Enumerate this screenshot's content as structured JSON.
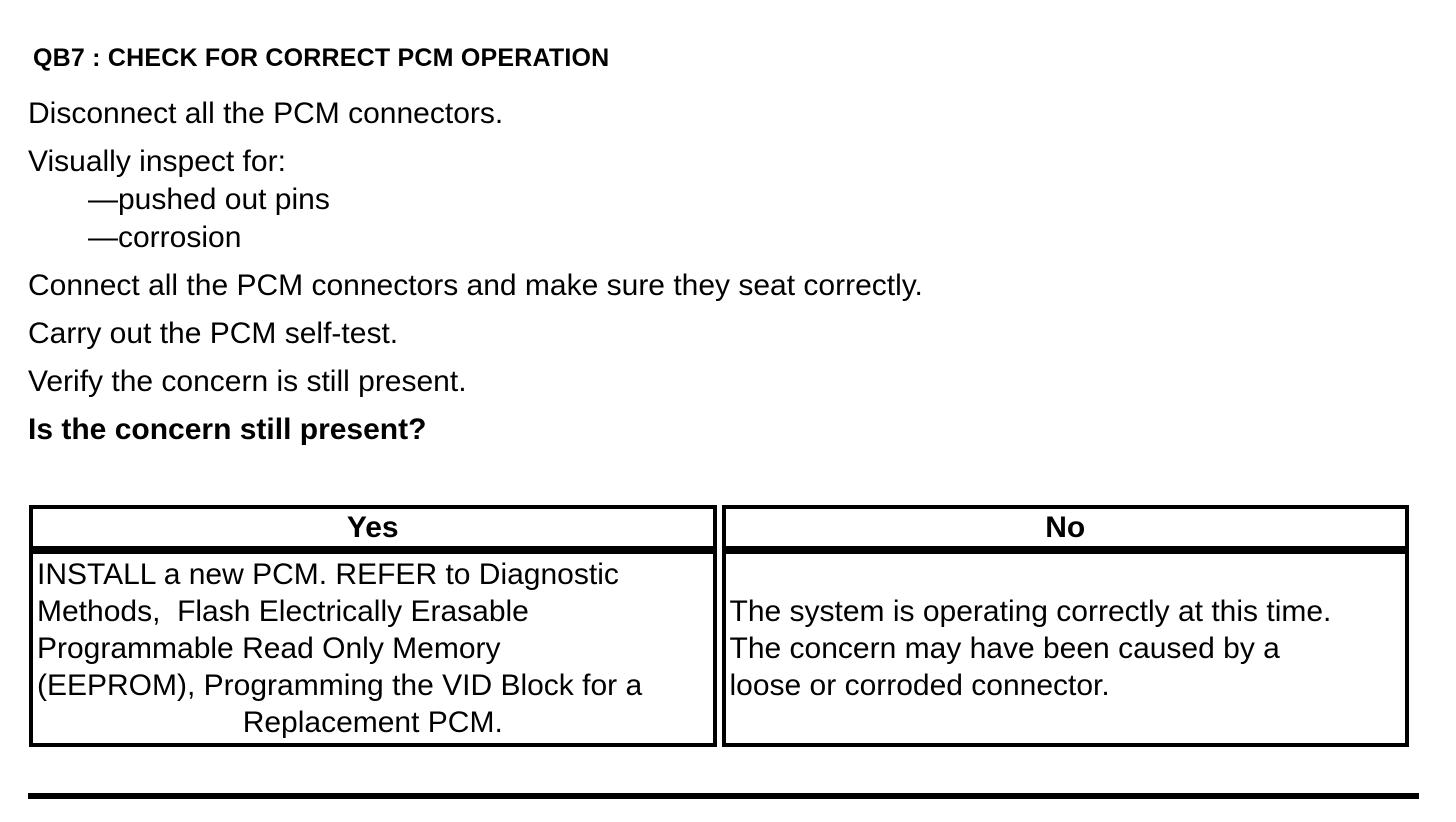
{
  "heading": "QB7 : CHECK FOR CORRECT PCM OPERATION",
  "steps": [
    {
      "text": "Disconnect all the PCM connectors."
    },
    {
      "text": "Visually inspect for:"
    },
    {
      "text": "—pushed out pins"
    },
    {
      "text": "—corrosion"
    },
    {
      "text": "Connect all the PCM connectors and make sure they seat correctly."
    },
    {
      "text": "Carry out the PCM self-test."
    },
    {
      "text": "Verify the concern is still present."
    },
    {
      "text": "Is the concern still present?"
    }
  ],
  "table": {
    "headers": [
      "Yes",
      "No"
    ],
    "yes_lines": [
      "INSTALL a new PCM. REFER to Diagnostic",
      "Methods,  Flash Electrically Erasable",
      "Programmable Read Only Memory",
      "(EEPROM), Programming the VID Block for a",
      "Replacement PCM."
    ],
    "no_lines": [
      "The system is operating correctly at this time.",
      "The concern may have been caused by a",
      "loose or corroded connector."
    ]
  },
  "colors": {
    "text": "#000000",
    "background": "#ffffff",
    "border": "#000000"
  }
}
